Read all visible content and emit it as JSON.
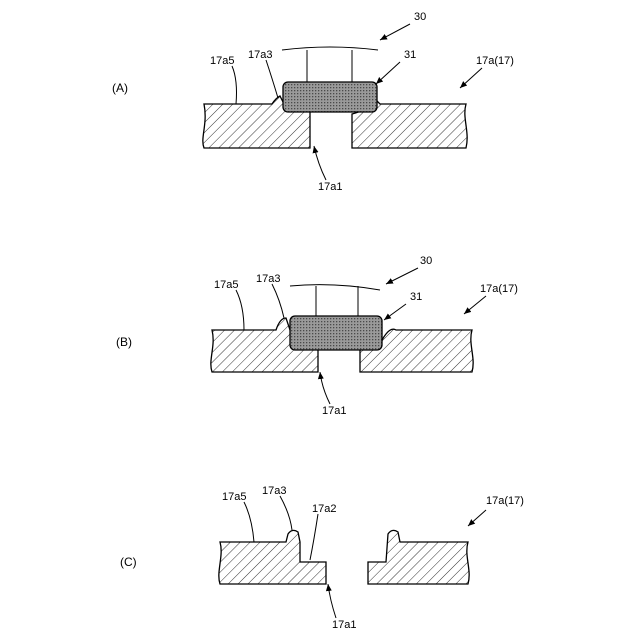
{
  "figure": {
    "panels": [
      {
        "label": "(A)",
        "labels": {
          "chip_group": "30",
          "chip": "31",
          "left_surface": "17a5",
          "bump": "17a3",
          "plate": "17a(17)",
          "hole": "17a1"
        }
      },
      {
        "label": "(B)",
        "labels": {
          "chip_group": "30",
          "chip": "31",
          "left_surface": "17a5",
          "bump": "17a3",
          "plate": "17a(17)",
          "hole": "17a1"
        }
      },
      {
        "label": "(C)",
        "labels": {
          "left_surface": "17a5",
          "bump": "17a3",
          "step": "17a2",
          "plate": "17a(17)",
          "hole": "17a1"
        }
      }
    ]
  }
}
